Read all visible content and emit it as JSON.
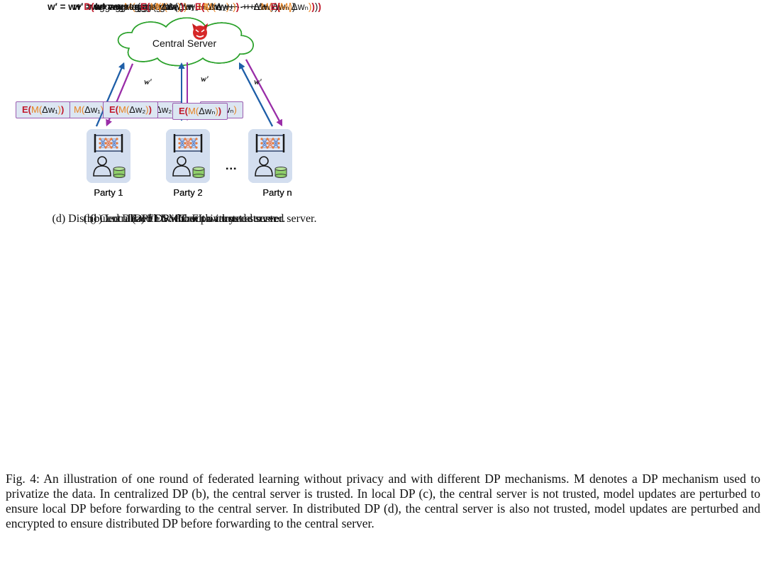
{
  "panels": [
    {
      "id": "a",
      "formula": {
        "lhs": "w′ = w+ ",
        "aggregate": "aggregate(",
        "terms": [
          "Δw₁",
          "Δw₂",
          "Δwₙ"
        ],
        "close": ")"
      },
      "server_label": "Central Server",
      "server_icon": "none",
      "updates": [
        "Δw₁",
        "Δw₂",
        "Δwₙ"
      ],
      "download_label": "w′",
      "parties": [
        "Party 1",
        "Party 2",
        "Party n"
      ],
      "ellipsis": "...",
      "caption": "(a) FL without privacy."
    },
    {
      "id": "b",
      "formula": {
        "lhs": "w′ = w+ ",
        "mechanism": "M(",
        "aggregate": "aggregate(",
        "terms": [
          "Δw₁",
          "Δw₂",
          "Δwₙ"
        ],
        "close": "))"
      },
      "server_label": "Central Server",
      "server_icon": "smiley-icon",
      "updates": [
        "Δw₁",
        "Δw₂",
        "Δwₙ"
      ],
      "download_label": "w′",
      "parties": [
        "Party 1",
        "Party 2",
        "Party n"
      ],
      "ellipsis": "...",
      "caption": "(b) Centralized DP: FL with a trusted server."
    },
    {
      "id": "c",
      "formula": {
        "lhs": "w′ = w+ ",
        "aggregate": "aggregate(",
        "terms": [
          "M(Δw₁)",
          "M(Δw₂)",
          "M(Δwₙ)"
        ],
        "close": ")"
      },
      "server_label": "Central Server",
      "server_icon": "devil-icon",
      "updates": [
        "M(Δw₁)",
        "M(Δw₂)",
        "M(Δwₙ)"
      ],
      "download_label": "w′",
      "parties": [
        "Party 1",
        "Party 2",
        "Party n"
      ],
      "ellipsis": "...",
      "caption": "(c) Local DP: FL without a trusted server."
    },
    {
      "id": "d",
      "formula": {
        "lhs": "w′ = w+ ",
        "decrypt": "D(",
        "aggregate": "aggregate(",
        "terms": [
          "E(M(Δw₁))",
          "E(M(Δw₂))",
          "E(M(Δwₙ))"
        ],
        "close": "))"
      },
      "server_label": "Central Server",
      "server_icon": "devil-icon",
      "updates": [
        "E(M(Δw₁))",
        "E(M(Δw₂))",
        "E(M(Δwₙ))"
      ],
      "download_label": "w′",
      "parties": [
        "Party 1",
        "Party 2",
        "Party n"
      ],
      "ellipsis": "...",
      "caption": "(d) Distributed DP with SMC: FL without a trusted server."
    }
  ],
  "figure_caption": "Fig. 4: An illustration of one round of federated learning without privacy and with different DP mechanisms. M denotes a DP mechanism used to privatize the data. In centralized DP (b), the central server is trusted. In local DP (c), the central server is not trusted, model updates are perturbed to ensure local DP before forwarding to the central server. In distributed DP (d), the central server is also not trusted, model updates are perturbed and encrypted to ensure distributed DP before forwarding to the central server.",
  "colors": {
    "upload": "#1f5fa8",
    "download": "#9a2ea8",
    "mechanism": "#e8821e",
    "encryption": "#c0192c",
    "party_box": "#d3deef",
    "update_label": "#dce6f2"
  }
}
